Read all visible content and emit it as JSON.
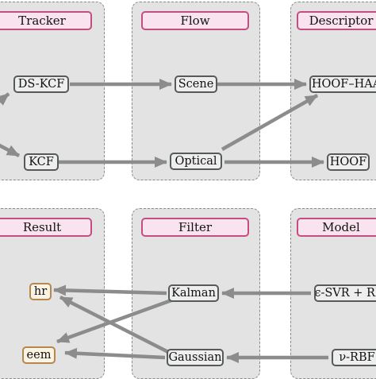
{
  "headers": {
    "tracker": "Tracker",
    "flow": "Flow",
    "descriptor": "Descriptor",
    "result": "Result",
    "filter": "Filter",
    "model": "Model"
  },
  "nodes": {
    "ds_kcf": "DS-KCF",
    "kcf": "KCF",
    "scene": "Scene",
    "optical": "Optical",
    "hoof_haar": "HOOF–HAAR",
    "hoof": "HOOF",
    "hr": "hr",
    "eem": "eem",
    "kalman": "Kalman",
    "gaussian": "Gaussian",
    "svr_rbf": "ϵ-SVR + RBF",
    "nu_rbf": "ν-RBF"
  },
  "colors": {
    "panel_fill": "#e3e3e3",
    "panel_border": "#8a8a8a",
    "header_fill": "#f9e3ee",
    "header_border": "#c44d82",
    "node_border": "#555b57",
    "result_border": "#b5874a",
    "arrow": "#8c8c8c"
  }
}
